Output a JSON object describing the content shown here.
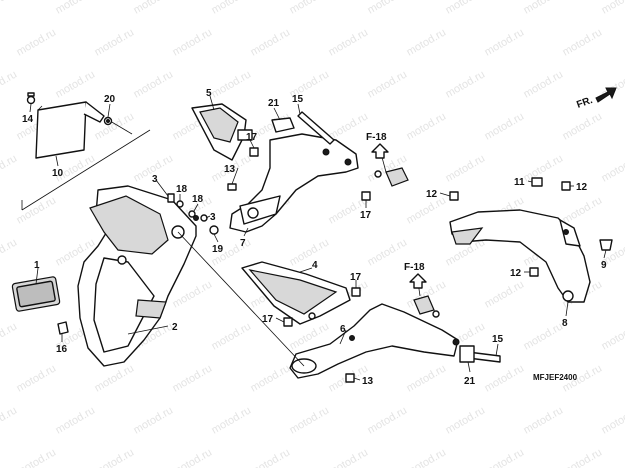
{
  "watermark": "motod.ru",
  "diagram_code": "MFJEF2400",
  "direction": {
    "label": "FR.",
    "icon": "front-arrow-icon"
  },
  "references": {
    "upper": "F-18",
    "lower": "F-18"
  },
  "callouts": {
    "p1": "1",
    "p2": "2",
    "p3a": "3",
    "p3b": "3",
    "p4": "4",
    "p5": "5",
    "p6": "6",
    "p7": "7",
    "p8": "8",
    "p9": "9",
    "p10": "10",
    "p11": "11",
    "p12a": "12",
    "p12b": "12",
    "p12c": "12",
    "p13a": "13",
    "p13b": "13",
    "p14": "14",
    "p15a": "15",
    "p15b": "15",
    "p16": "16",
    "p17a": "17",
    "p17b": "17",
    "p17c": "17",
    "p17d": "17",
    "p18a": "18",
    "p18b": "18",
    "p19": "19",
    "p20": "20",
    "p21a": "21",
    "p21b": "21"
  }
}
